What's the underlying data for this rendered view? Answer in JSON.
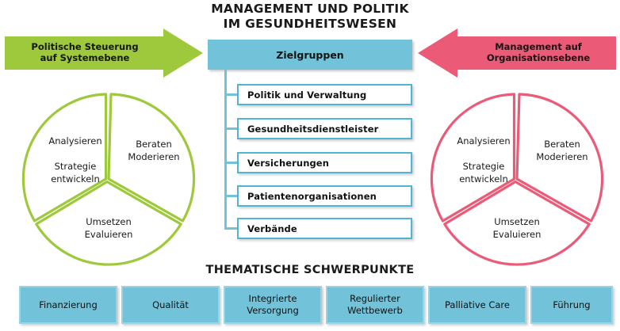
{
  "title": {
    "line1": "MANAGEMENT UND POLITIK",
    "line2": "IM GESUNDHEITSWESEN"
  },
  "subtitle": "THEMATISCHE SCHWERPUNKTE",
  "colors": {
    "green": "#9ec93c",
    "pink": "#eb5b77",
    "blue_fill": "#72c3da",
    "blue_border": "#51b4d3",
    "blue_light_border": "#9ad3e4",
    "text": "#1a1a1a"
  },
  "arrows": {
    "left": {
      "label_line1": "Politische Steuerung",
      "label_line2": "auf Systemebene",
      "color": "#9ec93c",
      "direction": "right"
    },
    "right": {
      "label_line1": "Management auf",
      "label_line2": "Organisationsebene",
      "color": "#eb5b77",
      "direction": "left"
    }
  },
  "center": {
    "header": "Zielgruppen",
    "items": [
      {
        "label": "Politik und Verwaltung"
      },
      {
        "label": "Gesundheitsdienstleister"
      },
      {
        "label": "Versicherungen"
      },
      {
        "label": "Patientenorganisationen"
      },
      {
        "label": "Verbände"
      }
    ]
  },
  "circles": [
    {
      "name": "left-circle",
      "color": "#9ec93c",
      "segments": [
        {
          "line1": "Analysieren",
          "line2": "Strategie",
          "line3": "entwickeln"
        },
        {
          "line1": "Beraten",
          "line2": "Moderieren",
          "line3": ""
        },
        {
          "line1": "Umsetzen",
          "line2": "Evaluieren",
          "line3": ""
        }
      ]
    },
    {
      "name": "right-circle",
      "color": "#eb5b77",
      "segments": [
        {
          "line1": "Analysieren",
          "line2": "Strategie",
          "line3": "entwickeln"
        },
        {
          "line1": "Beraten",
          "line2": "Moderieren",
          "line3": ""
        },
        {
          "line1": "Umsetzen",
          "line2": "Evaluieren",
          "line3": ""
        }
      ]
    }
  ],
  "themes": [
    {
      "label": "Finanzierung"
    },
    {
      "label": "Qualität"
    },
    {
      "label": "Integrierte\nVersorgung"
    },
    {
      "label": "Regulierter\nWettbewerb"
    },
    {
      "label": "Palliative Care"
    },
    {
      "label": "Führung"
    }
  ]
}
